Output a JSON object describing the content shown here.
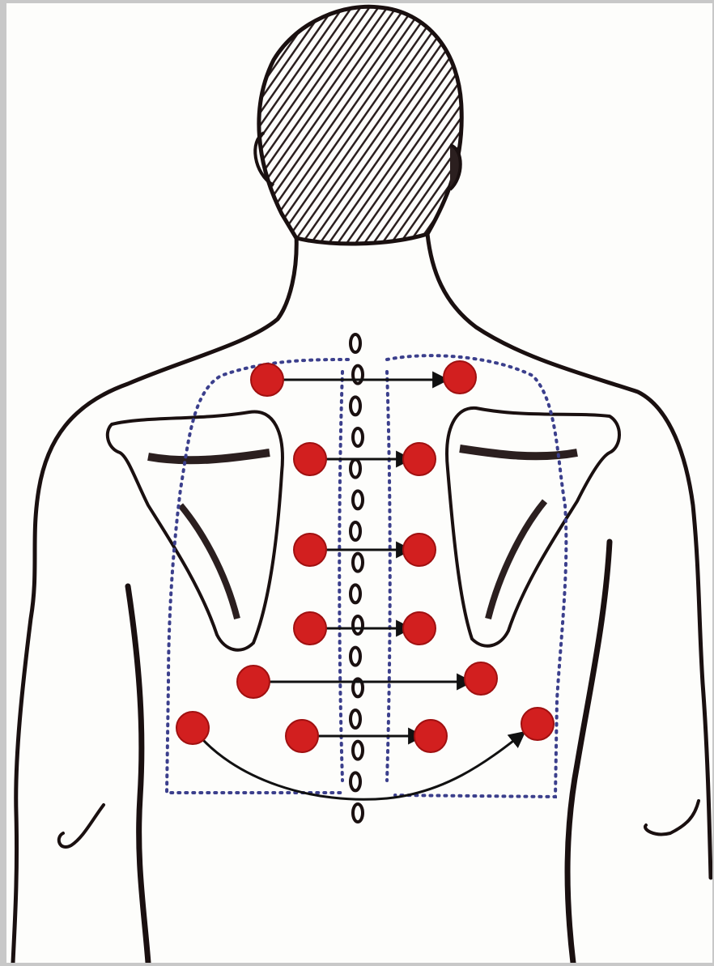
{
  "figure": {
    "kind": "illustration",
    "subject": "back-view-torso",
    "colors": {
      "outline": "#1a1010",
      "hair": "#2b1f1f",
      "point": "#d21f1f",
      "point_edge": "#a01010",
      "dotted_guide": "#3b3f8c",
      "arrow": "#111111",
      "background": "#fdfdfb"
    },
    "vertebra_count": 16,
    "point_pairs": [
      {
        "row": 1,
        "direction": "left-to-right",
        "style": "straight"
      },
      {
        "row": 2,
        "direction": "left-to-right",
        "style": "straight"
      },
      {
        "row": 3,
        "direction": "left-to-right",
        "style": "straight"
      },
      {
        "row": 4,
        "direction": "left-to-right",
        "style": "straight"
      },
      {
        "row": 5,
        "direction": "left-to-right",
        "style": "straight"
      },
      {
        "row": 6,
        "direction": "left-to-right",
        "style": "straight"
      },
      {
        "row": 7,
        "direction": "left-to-right",
        "style": "curved"
      }
    ]
  }
}
